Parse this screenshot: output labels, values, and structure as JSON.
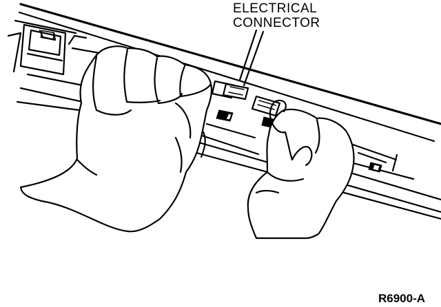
{
  "callout": {
    "line1": "ELECTRICAL",
    "line2": "CONNECTOR"
  },
  "figure_id": "R6900-A"
}
